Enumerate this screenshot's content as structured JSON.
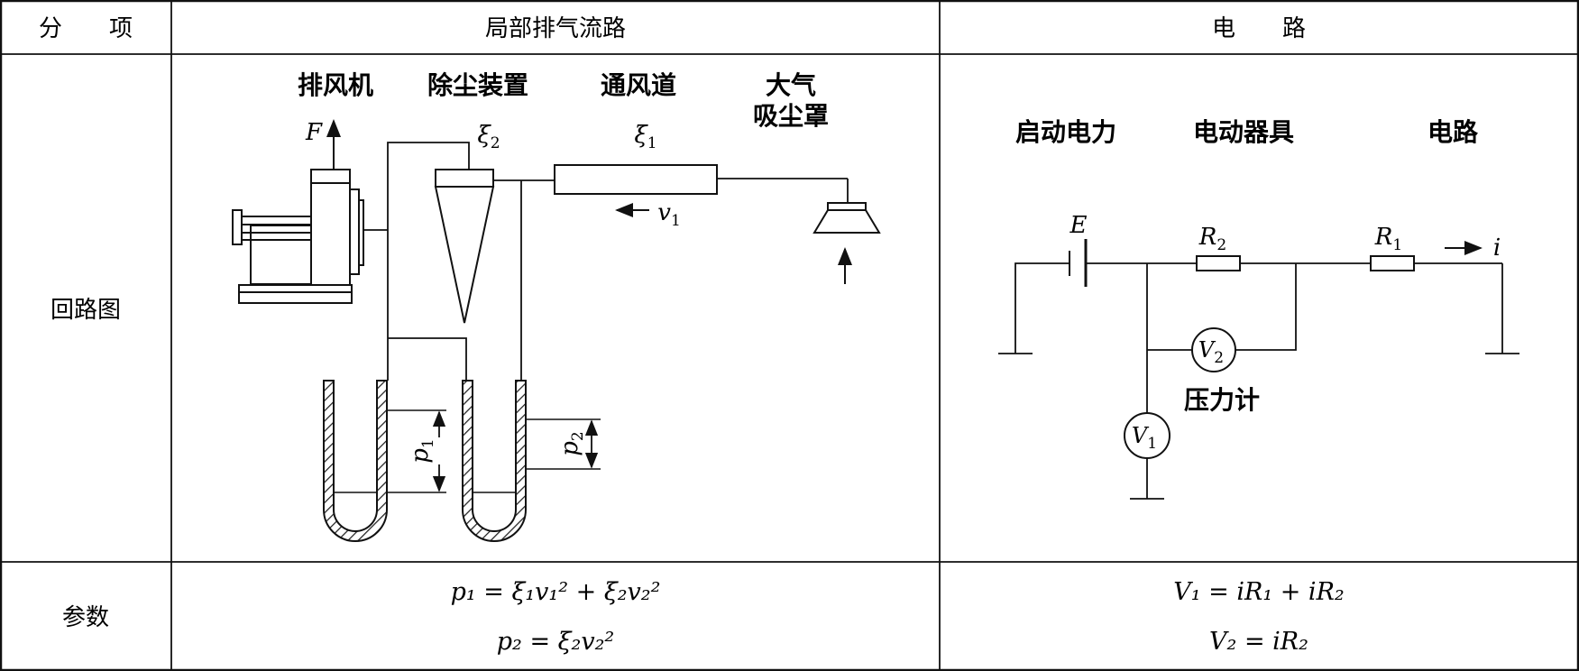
{
  "table": {
    "header": {
      "col_item": "分　　项",
      "col_exhaust": "局部排气流路",
      "col_circuit": "电　　路"
    },
    "rows": {
      "loop_diagram": "回路图",
      "parameters": "参数"
    }
  },
  "exhaust_diagram": {
    "fan_label": "排风机",
    "dust_collector_label": "除尘装置",
    "duct_label": "通风道",
    "hood_label_line1": "大气",
    "hood_label_line2": "吸尘罩",
    "force_symbol": "F",
    "xi": "ξ",
    "xi2_sub": "2",
    "xi1_sub": "1",
    "velocity_symbol": "v",
    "velocity_sub": "1",
    "pressure_symbol": "p",
    "p1_sub": "1",
    "p2_sub": "2"
  },
  "circuit_diagram": {
    "power_label": "启动电力",
    "device_label": "电动器具",
    "circuit_label": "电路",
    "emf_symbol": "E",
    "resistor_symbol": "R",
    "r2_sub": "2",
    "r1_sub": "1",
    "current_symbol": "i",
    "voltmeter_symbol": "V",
    "v2_sub": "2",
    "v1_sub": "1",
    "gauge_label": "压力计"
  },
  "equations": {
    "exhaust": {
      "eq1": "p₁ = ξ₁v₁² + ξ₂v₂²",
      "eq2": "p₂ = ξ₂v₂²"
    },
    "circuit": {
      "eq1": "V₁ = iR₁ + iR₂",
      "eq2": "V₂ = iR₂"
    }
  }
}
